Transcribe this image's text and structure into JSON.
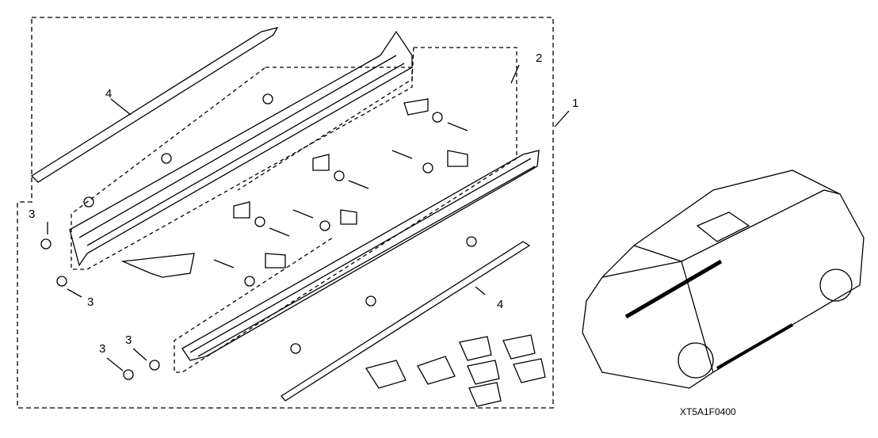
{
  "callouts": {
    "kit": "1",
    "hardware_set": "2",
    "screw_a": "3",
    "screw_b": "3",
    "screw_c": "3",
    "screw_d": "3",
    "molding_upper": "4",
    "molding_lower": "4"
  },
  "diagram_code": "XT5A1F0400"
}
